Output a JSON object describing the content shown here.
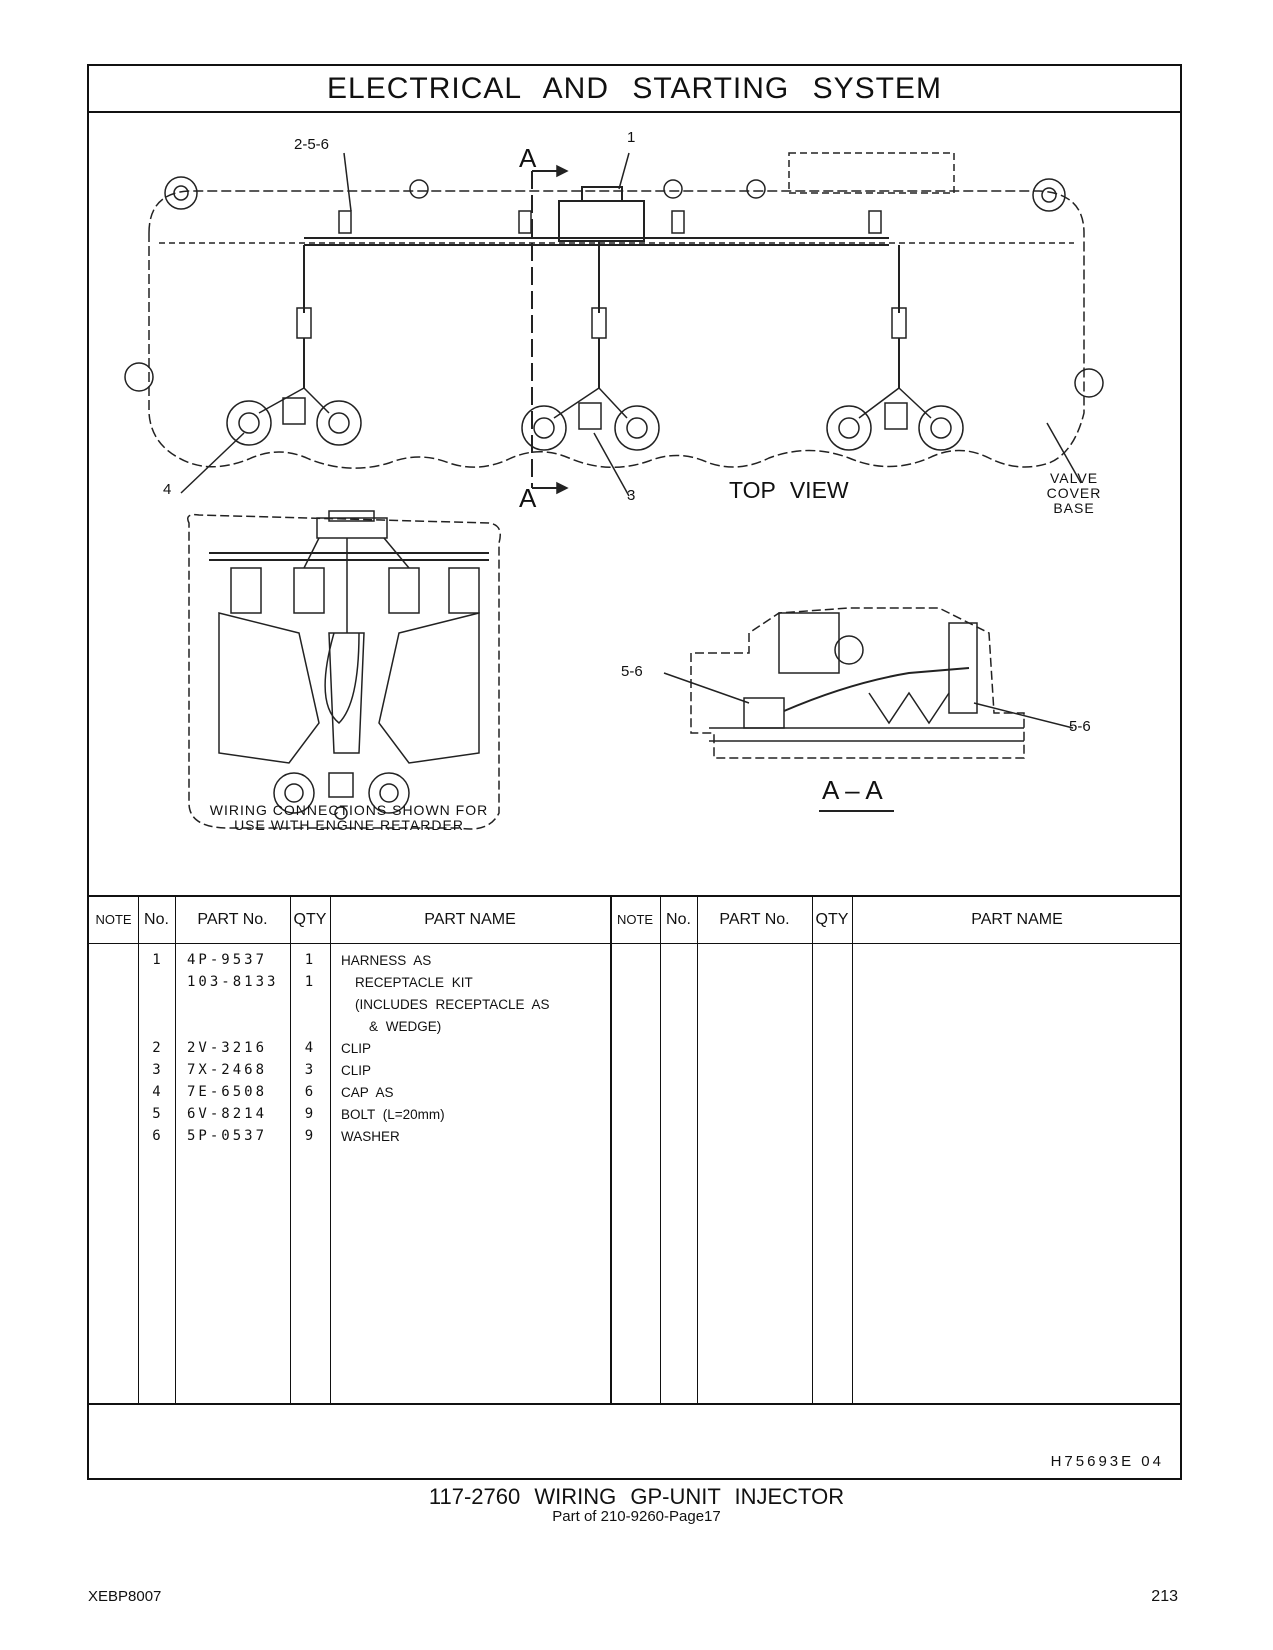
{
  "header": {
    "title": "ELECTRICAL AND STARTING SYSTEM"
  },
  "drawing": {
    "callouts": {
      "c256": "2-5-6",
      "c1": "1",
      "c4": "4",
      "c3": "3",
      "sectionA_top": "A",
      "sectionA_bottom": "A",
      "c56a": "5-6",
      "c56b": "5-6"
    },
    "view_label": "TOP VIEW",
    "valve_cover_label": [
      "VALVE",
      "COVER",
      "BASE"
    ],
    "section_label": "A – A",
    "wiring_note": [
      "WIRING CONNECTIONS SHOWN FOR",
      "USE WITH ENGINE RETARDER"
    ]
  },
  "table": {
    "headers": {
      "note": "NOTE",
      "no": "No.",
      "part_no": "PART No.",
      "qty": "QTY",
      "part_name": "PART NAME"
    },
    "rows": [
      {
        "no": "1",
        "part_no": "4P-9537",
        "qty": "1",
        "name": "HARNESS AS"
      },
      {
        "no": "",
        "part_no": "103-8133",
        "qty": "1",
        "name": "RECEPTACLE KIT"
      },
      {
        "no": "",
        "part_no": "",
        "qty": "",
        "name": "(INCLUDES RECEPTACLE AS"
      },
      {
        "no": "",
        "part_no": "",
        "qty": "",
        "name": "& WEDGE)"
      },
      {
        "no": "2",
        "part_no": "2V-3216",
        "qty": "4",
        "name": "CLIP"
      },
      {
        "no": "3",
        "part_no": "7X-2468",
        "qty": "3",
        "name": "CLIP"
      },
      {
        "no": "4",
        "part_no": "7E-6508",
        "qty": "6",
        "name": "CAP AS"
      },
      {
        "no": "5",
        "part_no": "6V-8214",
        "qty": "9",
        "name": "BOLT (L=20mm)"
      },
      {
        "no": "6",
        "part_no": "5P-0537",
        "qty": "9",
        "name": "WASHER"
      }
    ]
  },
  "footer": {
    "drawing_id": "H75693E  04",
    "group_title": "117-2760 WIRING GP-UNIT INJECTOR",
    "part_of": "Part of 210-9260-Page17",
    "doc_id": "XEBP8007",
    "page": "213"
  }
}
